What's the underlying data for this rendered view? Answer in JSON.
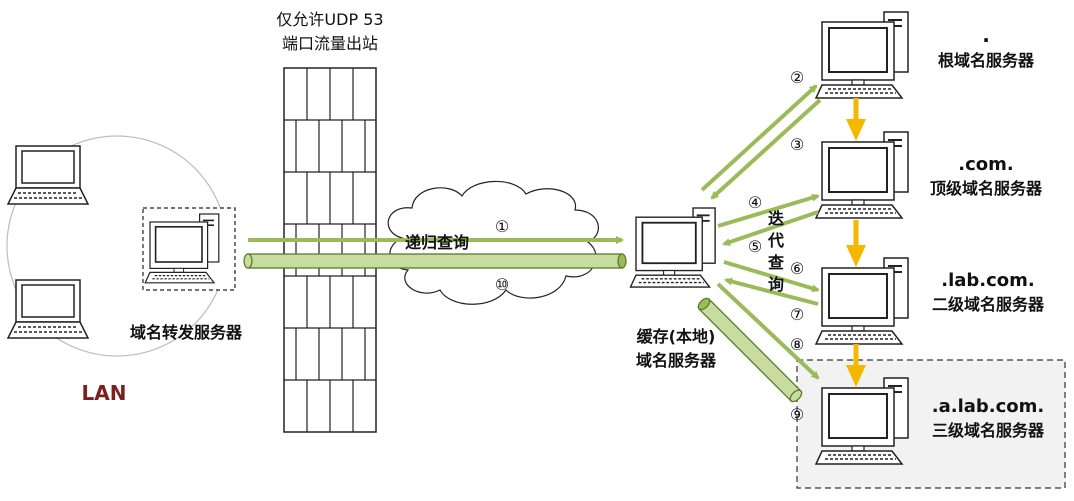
{
  "firewall": {
    "line1": "仅允许UDP 53",
    "line2": "端口流量出站"
  },
  "nodes": {
    "forwarder": "域名转发服务器",
    "lan": "LAN",
    "local_dns_line1": "缓存(本地)",
    "local_dns_line2": "域名服务器",
    "root": {
      "name": ".",
      "desc": "根域名服务器"
    },
    "tld": {
      "name": ".com.",
      "desc": "顶级域名服务器"
    },
    "second": {
      "name": ".lab.com.",
      "desc": "二级域名服务器"
    },
    "third": {
      "name": ".a.lab.com.",
      "desc": "三级域名服务器"
    }
  },
  "labels": {
    "recursive": "递归查询",
    "iterative": [
      "迭",
      "代",
      "查",
      "询"
    ]
  },
  "steps": [
    "①",
    "②",
    "③",
    "④",
    "⑤",
    "⑥",
    "⑦",
    "⑧",
    "⑨",
    "⑩"
  ],
  "colors": {
    "green_arrow": "#9bbb59",
    "tube_fill": "#c8dca0",
    "tube_edge": "#5a7a2a",
    "orange_arrow": "#f5b800",
    "lan_text": "#7b1f1f"
  }
}
